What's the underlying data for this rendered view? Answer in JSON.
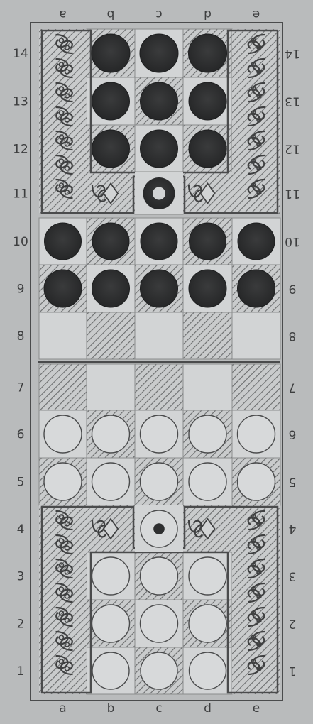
{
  "board": {
    "files_bottom": [
      "a",
      "b",
      "c",
      "d",
      "e"
    ],
    "files_top": [
      "a",
      "b",
      "c",
      "d",
      "e"
    ],
    "ranks": [
      "1",
      "2",
      "3",
      "4",
      "5",
      "6",
      "7",
      "8",
      "9",
      "10",
      "11",
      "12",
      "13",
      "14"
    ],
    "colors": {
      "background": "#b9bbbc",
      "frame": "#4a4b4c",
      "light_square": "#d2d4d5",
      "hatch": "#6b6d6e",
      "black_piece": "#2e2f30",
      "white_piece": "#d7d9da",
      "ornament": "#3f4041"
    }
  },
  "pieces": {
    "black": [
      "b14",
      "c14",
      "d14",
      "b13",
      "c13",
      "d13",
      "b12",
      "c12",
      "d12",
      "a10",
      "b10",
      "c10",
      "d10",
      "e10",
      "a9",
      "b9",
      "c9",
      "d9",
      "e9"
    ],
    "black_king": "c11",
    "white": [
      "a6",
      "b6",
      "c6",
      "d6",
      "e6",
      "a5",
      "b5",
      "c5",
      "d5",
      "e5",
      "b3",
      "c3",
      "d3",
      "b2",
      "c2",
      "d2",
      "b1",
      "c1",
      "d1"
    ],
    "white_king": "c4"
  },
  "fortresses": {
    "top": {
      "icon": "scroll-ornament-icon"
    },
    "bottom": {
      "icon": "scroll-ornament-icon"
    }
  }
}
